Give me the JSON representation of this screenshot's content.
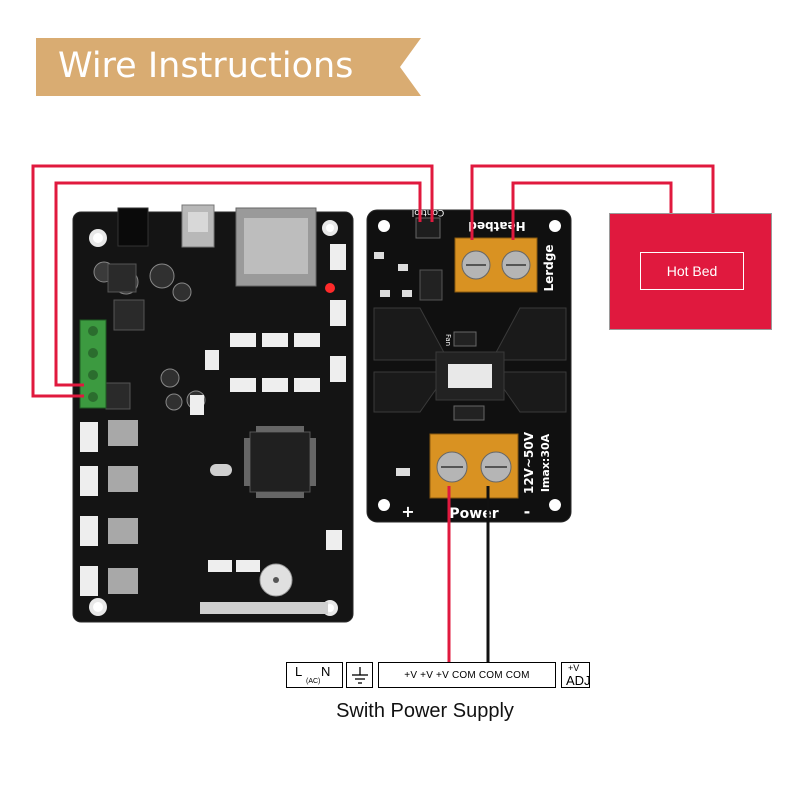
{
  "banner": {
    "title": "Wire Instructions",
    "color": "#d9ac72"
  },
  "mosfet_board": {
    "brand": "Lerdge",
    "heatbed_label": "Heatbed",
    "control_label": "Control",
    "fan_label": "Fan",
    "voltage_label": "12V~50V",
    "current_label": "Imax:30A",
    "power_label": "Power",
    "plus_label": "+",
    "minus_label": "-"
  },
  "hot_bed": {
    "label": "Hot Bed",
    "color": "#e0193e"
  },
  "power_supply": {
    "title": "Swith Power Supply",
    "l_label": "L",
    "n_label": "N",
    "ac_label": "(AC)",
    "terminals_label": "+V +V +V COM COM  COM",
    "plus_v_label": "+V",
    "adj_label": "ADJ"
  },
  "colors": {
    "wire_red": "#e0193e",
    "wire_black": "#111111",
    "pcb": "#101010",
    "terminal_green": "#3c9a40",
    "terminal_orange": "#d99222"
  }
}
